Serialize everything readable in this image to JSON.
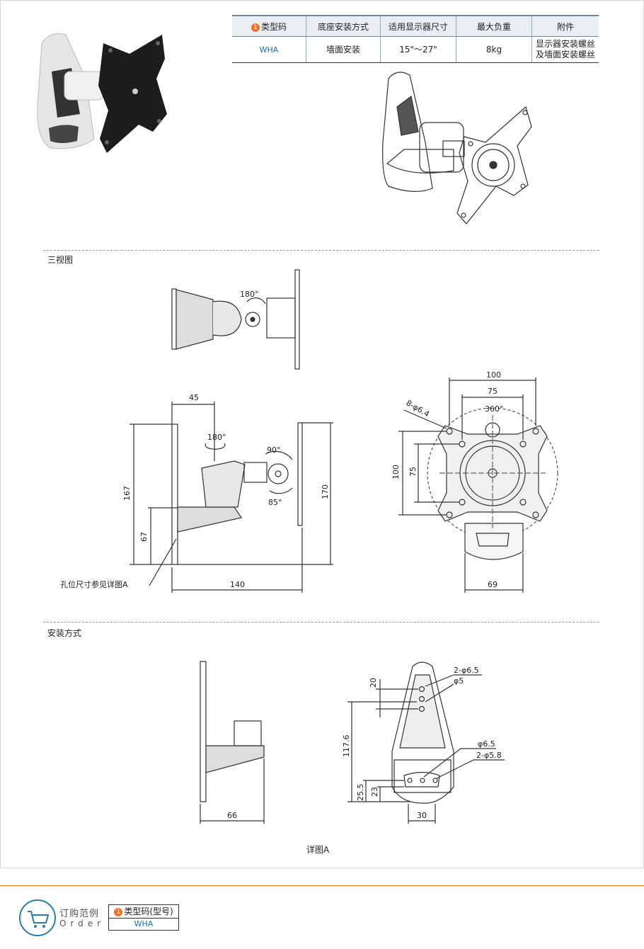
{
  "spec_table": {
    "headers": [
      "类型码",
      "底座安装方式",
      "适用显示器尺寸",
      "最大负重",
      "附件"
    ],
    "header_badge": "1",
    "row": {
      "type_code": "WHA",
      "base_mount": "墙面安装",
      "monitor_size": "15\"～27\"",
      "max_load": "8kg",
      "accessory_line1": "显示器安装螺丝",
      "accessory_line2": "及墙面安装螺丝"
    }
  },
  "sections": {
    "three_view": "三视图",
    "install_method": "安装方式",
    "detail_caption": "详图A"
  },
  "dimensions": {
    "top_rotation": "180°",
    "side_width_45": "45",
    "side_rotation": "180°",
    "tilt_up": "90°",
    "tilt_down": "85°",
    "height_167": "167",
    "height_67": "67",
    "height_170": "170",
    "depth_140": "140",
    "hole_note": "孔位尺寸参见详图A",
    "front_100_top": "100",
    "front_75_top": "75",
    "front_rotation": "360°",
    "front_holes": "8-φ6.4",
    "front_100_side": "100",
    "front_75_side": "75",
    "front_69": "69",
    "mount_66": "66",
    "detail_2_65": "2-φ6.5",
    "detail_5": "φ5",
    "detail_20": "20",
    "detail_1176": "117.6",
    "detail_65": "φ6.5",
    "detail_2_58": "2-φ5.8",
    "detail_255": "25.5",
    "detail_23": "23",
    "detail_30": "30"
  },
  "footer": {
    "order_cn": "订购范例",
    "order_en": "Order",
    "box_label": "类型码(型号)",
    "box_badge": "1",
    "box_value": "WHA"
  },
  "colors": {
    "accent": "#e8742a",
    "link_blue": "#1a6ea8",
    "header_bg": "#e8eef4"
  }
}
